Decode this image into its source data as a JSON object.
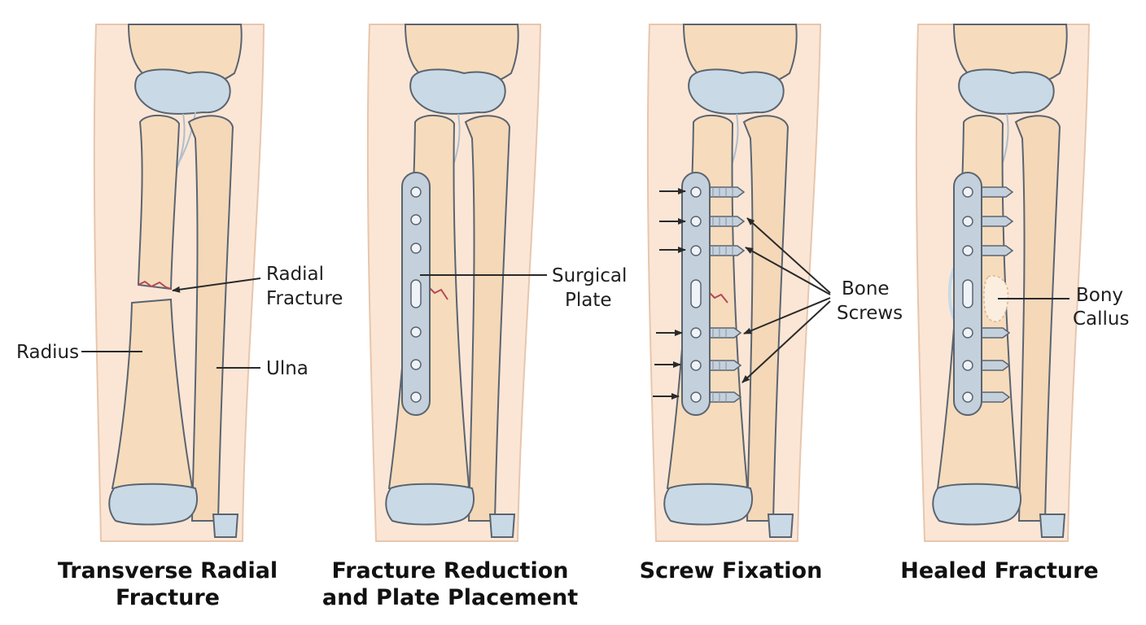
{
  "panels": [
    {
      "caption": [
        "Transverse Radial",
        "Fracture"
      ],
      "labels": {
        "fracture": [
          "Radial",
          "Fracture"
        ],
        "radius": "Radius",
        "ulna": "Ulna"
      }
    },
    {
      "caption": [
        "Fracture Reduction",
        "and Plate Placement"
      ],
      "labels": {
        "plate": [
          "Surgical",
          "Plate"
        ]
      }
    },
    {
      "caption": [
        "Screw Fixation"
      ],
      "labels": {
        "screws": [
          "Bone",
          "Screws"
        ]
      }
    },
    {
      "caption": [
        "Healed Fracture"
      ],
      "labels": {
        "callus": [
          "Bony",
          "Callus"
        ]
      }
    }
  ],
  "colors": {
    "skin": "#fbe6d6",
    "bone": "#f6dcbc",
    "cartilage": "#c9dae6",
    "plate": "#c4d0dc",
    "fracture": "#b5485a",
    "text": "#1f1f1f"
  }
}
